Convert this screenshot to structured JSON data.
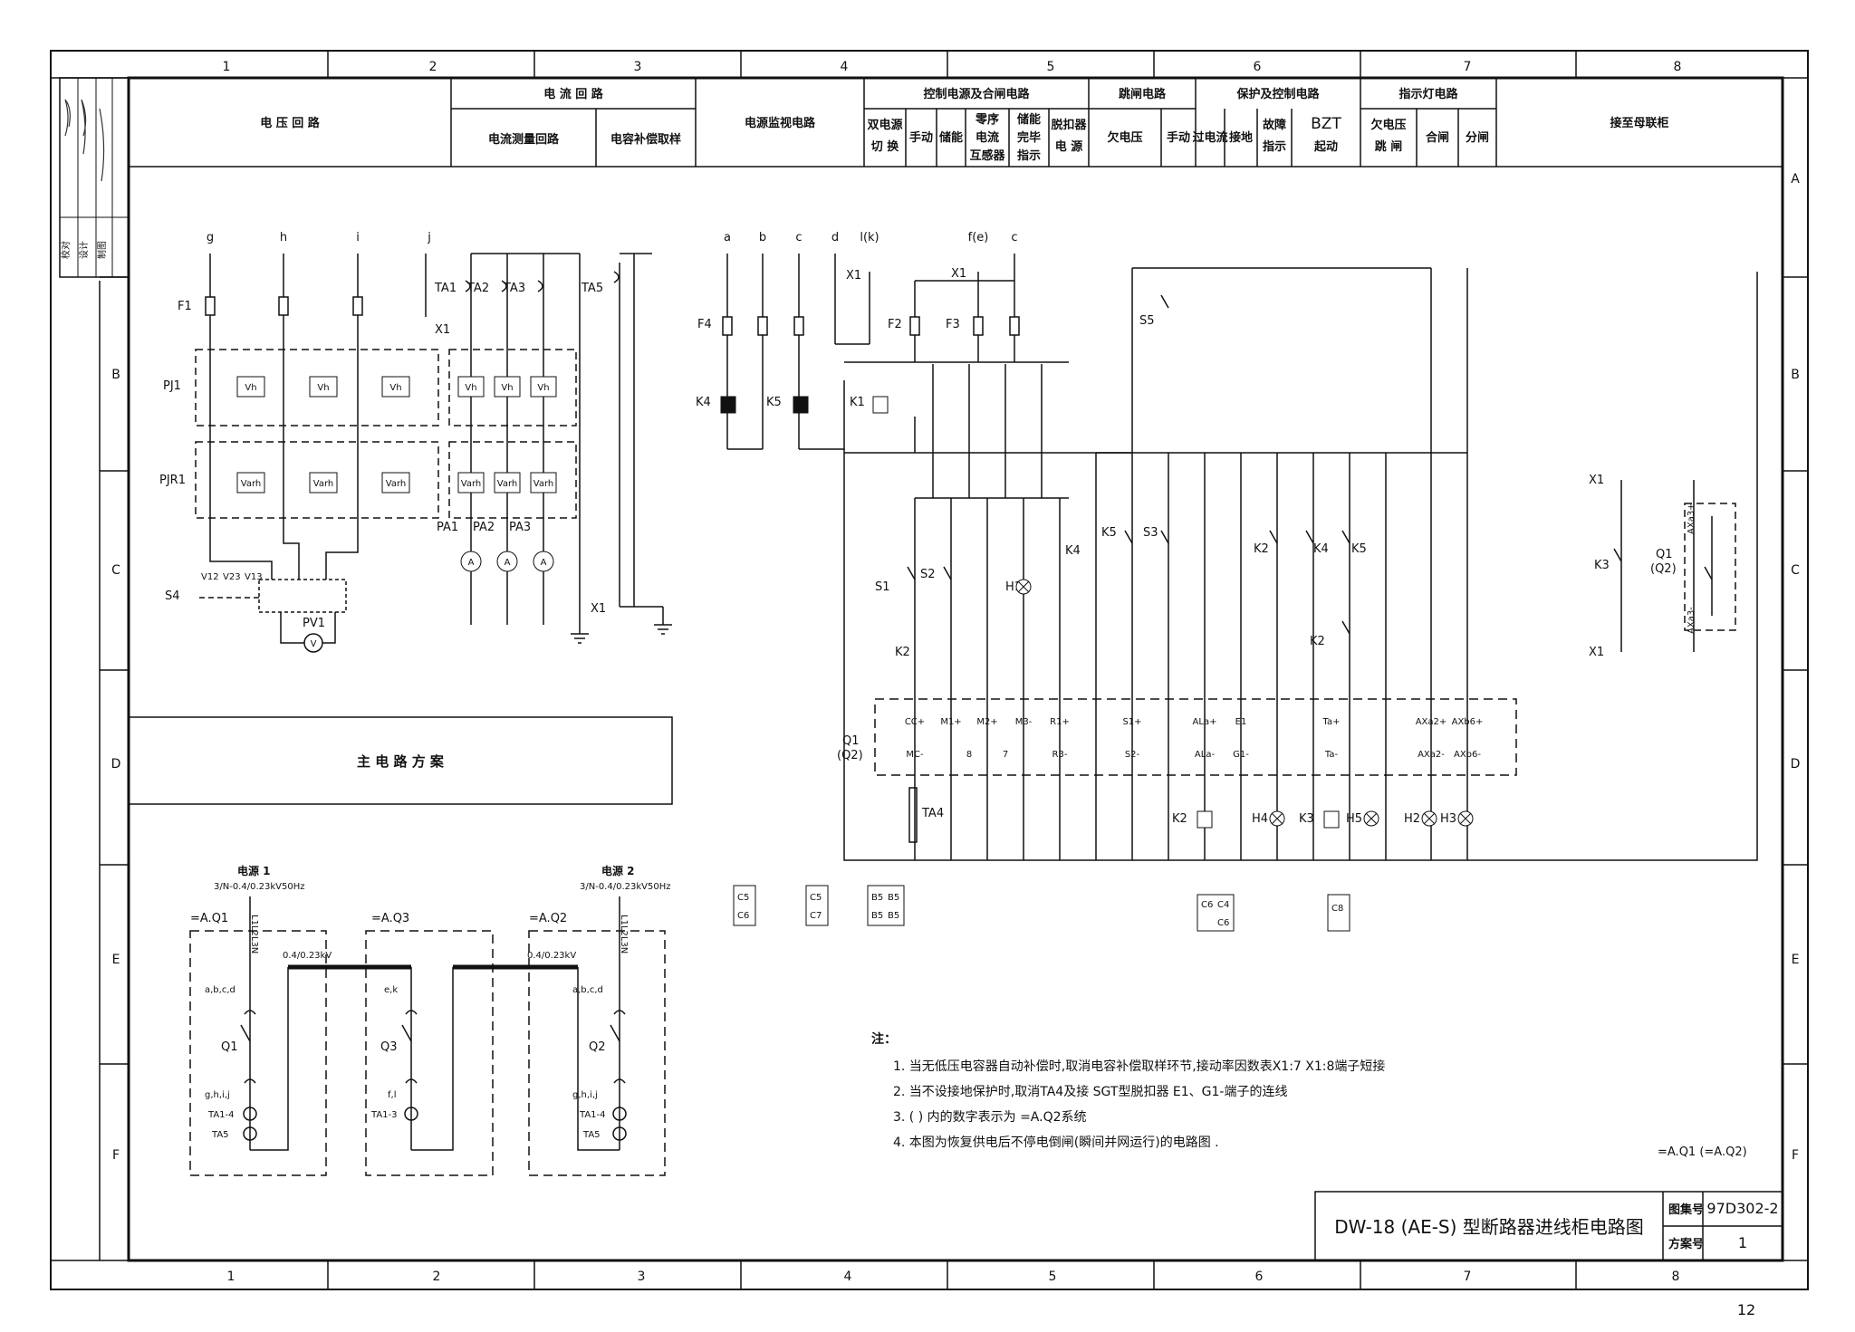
{
  "grid": {
    "columns": [
      "1",
      "2",
      "3",
      "4",
      "5",
      "6",
      "7",
      "8"
    ],
    "rows": [
      "A",
      "B",
      "C",
      "D",
      "E",
      "F"
    ]
  },
  "approval_block": [
    "校对",
    "设计",
    "制图"
  ],
  "header": {
    "voltage": "电 压 回 路",
    "current": "电 流 回 路",
    "current_measure": "电流测量回路",
    "cap_comp": "电容补偿取样",
    "power_monitor": "电源监视电路",
    "control_closing": "控制电源及合闸电路",
    "dual_switch": [
      "双电源",
      "切 换"
    ],
    "manual1": "手动",
    "storage": "储能",
    "zero_seq": [
      "零序",
      "电流",
      "互感器"
    ],
    "storage_done": [
      "储能",
      "完毕",
      "指示"
    ],
    "release": [
      "脱扣器",
      "电 源"
    ],
    "trip": "跳闸电路",
    "undervoltage": "欠电压",
    "manual2": "手动",
    "protect": "保护及控制电路",
    "overcurrent": "过电流",
    "earth": "接地",
    "fault": [
      "故障",
      "指示"
    ],
    "bzt": "BZT",
    "bzt_start": "起动",
    "indicator": "指示灯电路",
    "uv_trip": [
      "欠电压",
      "跳 闸"
    ],
    "close": "合闸",
    "open": "分闸",
    "to_bus": "接至母联柜"
  },
  "labels": {
    "phases_left": [
      "g",
      "h",
      "i",
      "j"
    ],
    "phases_mid": [
      "a",
      "b",
      "c",
      "d",
      "l(k)"
    ],
    "phases_mid2": [
      "f(e)",
      "c"
    ],
    "F1": "F1",
    "PJ1": "PJ1",
    "PJR1": "PJR1",
    "S4": "S4",
    "PV1": "PV1",
    "V12": "V12",
    "V23": "V23",
    "V13": "V13",
    "TA1": "TA1",
    "TA2": "TA2",
    "TA3": "TA3",
    "TA5": "TA5",
    "X1": "X1",
    "PA1": "PA1",
    "PA2": "PA2",
    "PA3": "PA3",
    "Vh": "Vh",
    "Varh": "Varh",
    "A": "A",
    "V": "V",
    "F4": "F4",
    "K4": "K4",
    "K5": "K5",
    "F2": "F2",
    "F3": "F3",
    "K1": "K1",
    "S5": "S5",
    "S3": "S3",
    "S1": "S1",
    "S2": "S2",
    "H1": "H1",
    "K2": "K2",
    "H4": "H4",
    "K3": "K3",
    "H5": "H5",
    "H2": "H2",
    "H3": "H3",
    "TA4": "TA4",
    "Q1Q2": [
      "Q1",
      "(Q2)"
    ],
    "Q1_right": [
      "Q1",
      "(Q2)"
    ],
    "terminals_top": [
      "CC+",
      "M1+",
      "M2+",
      "M3-",
      "R1+",
      "S1+",
      "ALa+",
      "E1",
      "Ta+",
      "AXa2+",
      "AXb6+"
    ],
    "terminals_bot": [
      "MC-",
      "8",
      "7",
      "R3-",
      "S2-",
      "ALa-",
      "G1-",
      "Ta-",
      "AXa2-",
      "AXb6-"
    ],
    "AXa3": "AXa3+",
    "AXa3m": "AXa3-",
    "aux_blocks": [
      "C5",
      "C6",
      "C5",
      "C7",
      "B5",
      "B5",
      "B5",
      "B5",
      "C6",
      "C4",
      "C6",
      "C8"
    ],
    "main_circuit": "主 电 路 方 案",
    "source1": "电源 1",
    "source2": "电源 2",
    "spec1": "3/N-0.4/0.23kV50Hz",
    "spec2": "3/N-0.4/0.23kV50Hz",
    "AQ1": "=A.Q1",
    "AQ3": "=A.Q3",
    "AQ2": "=A.Q2",
    "bus_v1": "0.4/0.23kV",
    "bus_v2": "0.4/0.23kV",
    "L123N": "L1L2L3N",
    "abcd": "a,b,c,d",
    "ek": "e,k",
    "fl": "f,l",
    "ghij": "g,h,i,j",
    "Q1": "Q1",
    "Q3": "Q3",
    "Q2": "Q2",
    "TA14": "TA1-4",
    "TA13": "TA1-3",
    "TA5b": "TA5"
  },
  "notes": {
    "title": "注：",
    "items": [
      "1. 当无低压电容器自动补偿时,取消电容补偿取样环节,接动率因数表X1:7 X1:8端子短接",
      "2. 当不设接地保护时,取消TA4及接 SGT型脱扣器 E1、G1-端子的连线",
      "3. ( ) 内的数字表示为 =A.Q2系统",
      "4. 本图为恢复供电后不停电倒闸(瞬间并网运行)的电路图 ."
    ]
  },
  "system_label": "=A.Q1 (=A.Q2)",
  "title_block": {
    "title": "DW-18 (AE-S) 型断路器进线柜电路图",
    "atlas_label": "图集号",
    "atlas_no": "97D302-2",
    "scheme_label": "方案号",
    "scheme_no": "1"
  },
  "page_number": "12"
}
